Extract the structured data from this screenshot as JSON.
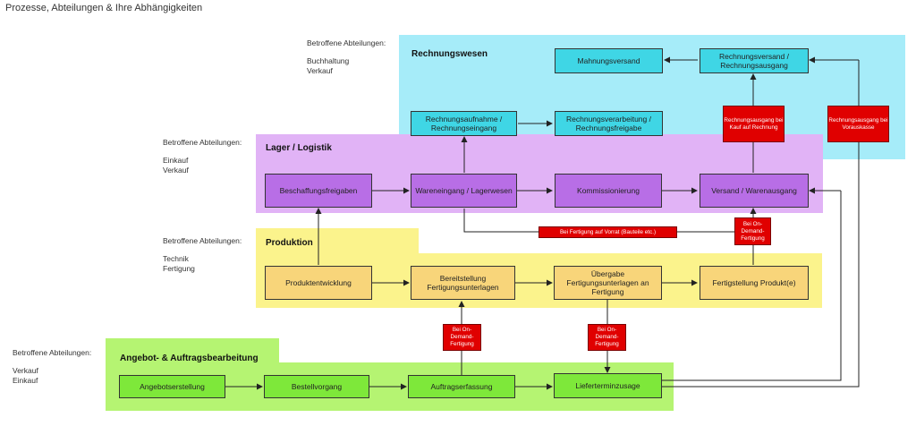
{
  "title": "Prozesse, Abteilungen & Ihre Abhängigkeiten",
  "colors": {
    "rechnungswesen": "#a6ecf9",
    "lager": "#e1b3f6",
    "produktion": "#fbf38c",
    "angebot": "#b5f472",
    "red": "#e00000"
  },
  "lanes": {
    "rechnungswesen": {
      "label": "Rechnungswesen"
    },
    "lager": {
      "label": "Lager / Logistik"
    },
    "produktion": {
      "label": "Produktion"
    },
    "angebot": {
      "label": "Angebot- & Auftragsbearbeitung"
    }
  },
  "departments": {
    "rechnungswesen": {
      "heading": "Betroffene Abteilungen:",
      "line1": "Buchhaltung",
      "line2": "Verkauf"
    },
    "lager": {
      "heading": "Betroffene Abteilungen:",
      "line1": "Einkauf",
      "line2": "Verkauf"
    },
    "produktion": {
      "heading": "Betroffene Abteilungen:",
      "line1": "Technik",
      "line2": "Fertigung"
    },
    "angebot": {
      "heading": "Betroffene Abteilungen:",
      "line1": "Verkauf",
      "line2": "Einkauf"
    }
  },
  "nodes": {
    "mahnungsversand": "Mahnungsversand",
    "rechnungsversand": "Rechnungsversand / Rechnungsausgang",
    "rechnungsaufnahme": "Rechnungsaufnahme / Rechnungseingang",
    "rechnungsverarbeitung": "Rechnungsverarbeitung / Rechnungsfreigabe",
    "beschaffungsfreigaben": "Beschaffungsfreigaben",
    "wareneingang": "Wareneingang / Lagerwesen",
    "kommissionierung": "Kommissionierung",
    "versand": "Versand / Warenausgang",
    "produktentwicklung": "Produktentwicklung",
    "bereitstellung": "Bereitstellung Fertigungsunterlagen",
    "uebergabe": "Übergabe Fertigungsunterlagen an Fertigung",
    "fertigstellung": "Fertigstellung Produkt(e)",
    "angebotserstellung": "Angebotserstellung",
    "bestellvorgang": "Bestellvorgang",
    "auftragserfassung": "Auftragserfassung",
    "lieferterminzusage": "Lieferterminzusage"
  },
  "conditions": {
    "kauf_auf_rechnung": "Rechnungsausgang bei Kauf auf Rechnung",
    "vorauskasse": "Rechnungsausgang bei Vorauskasse",
    "vorrat": "Bei Fertigung auf Vorrat (Bauteile etc.)",
    "on_demand_versand": "Bei On-Demand-Fertigung",
    "on_demand_auftrag": "Bei On-Demand-Fertigung",
    "on_demand_liefertermin": "Bei On-Demand-Fertigung"
  }
}
